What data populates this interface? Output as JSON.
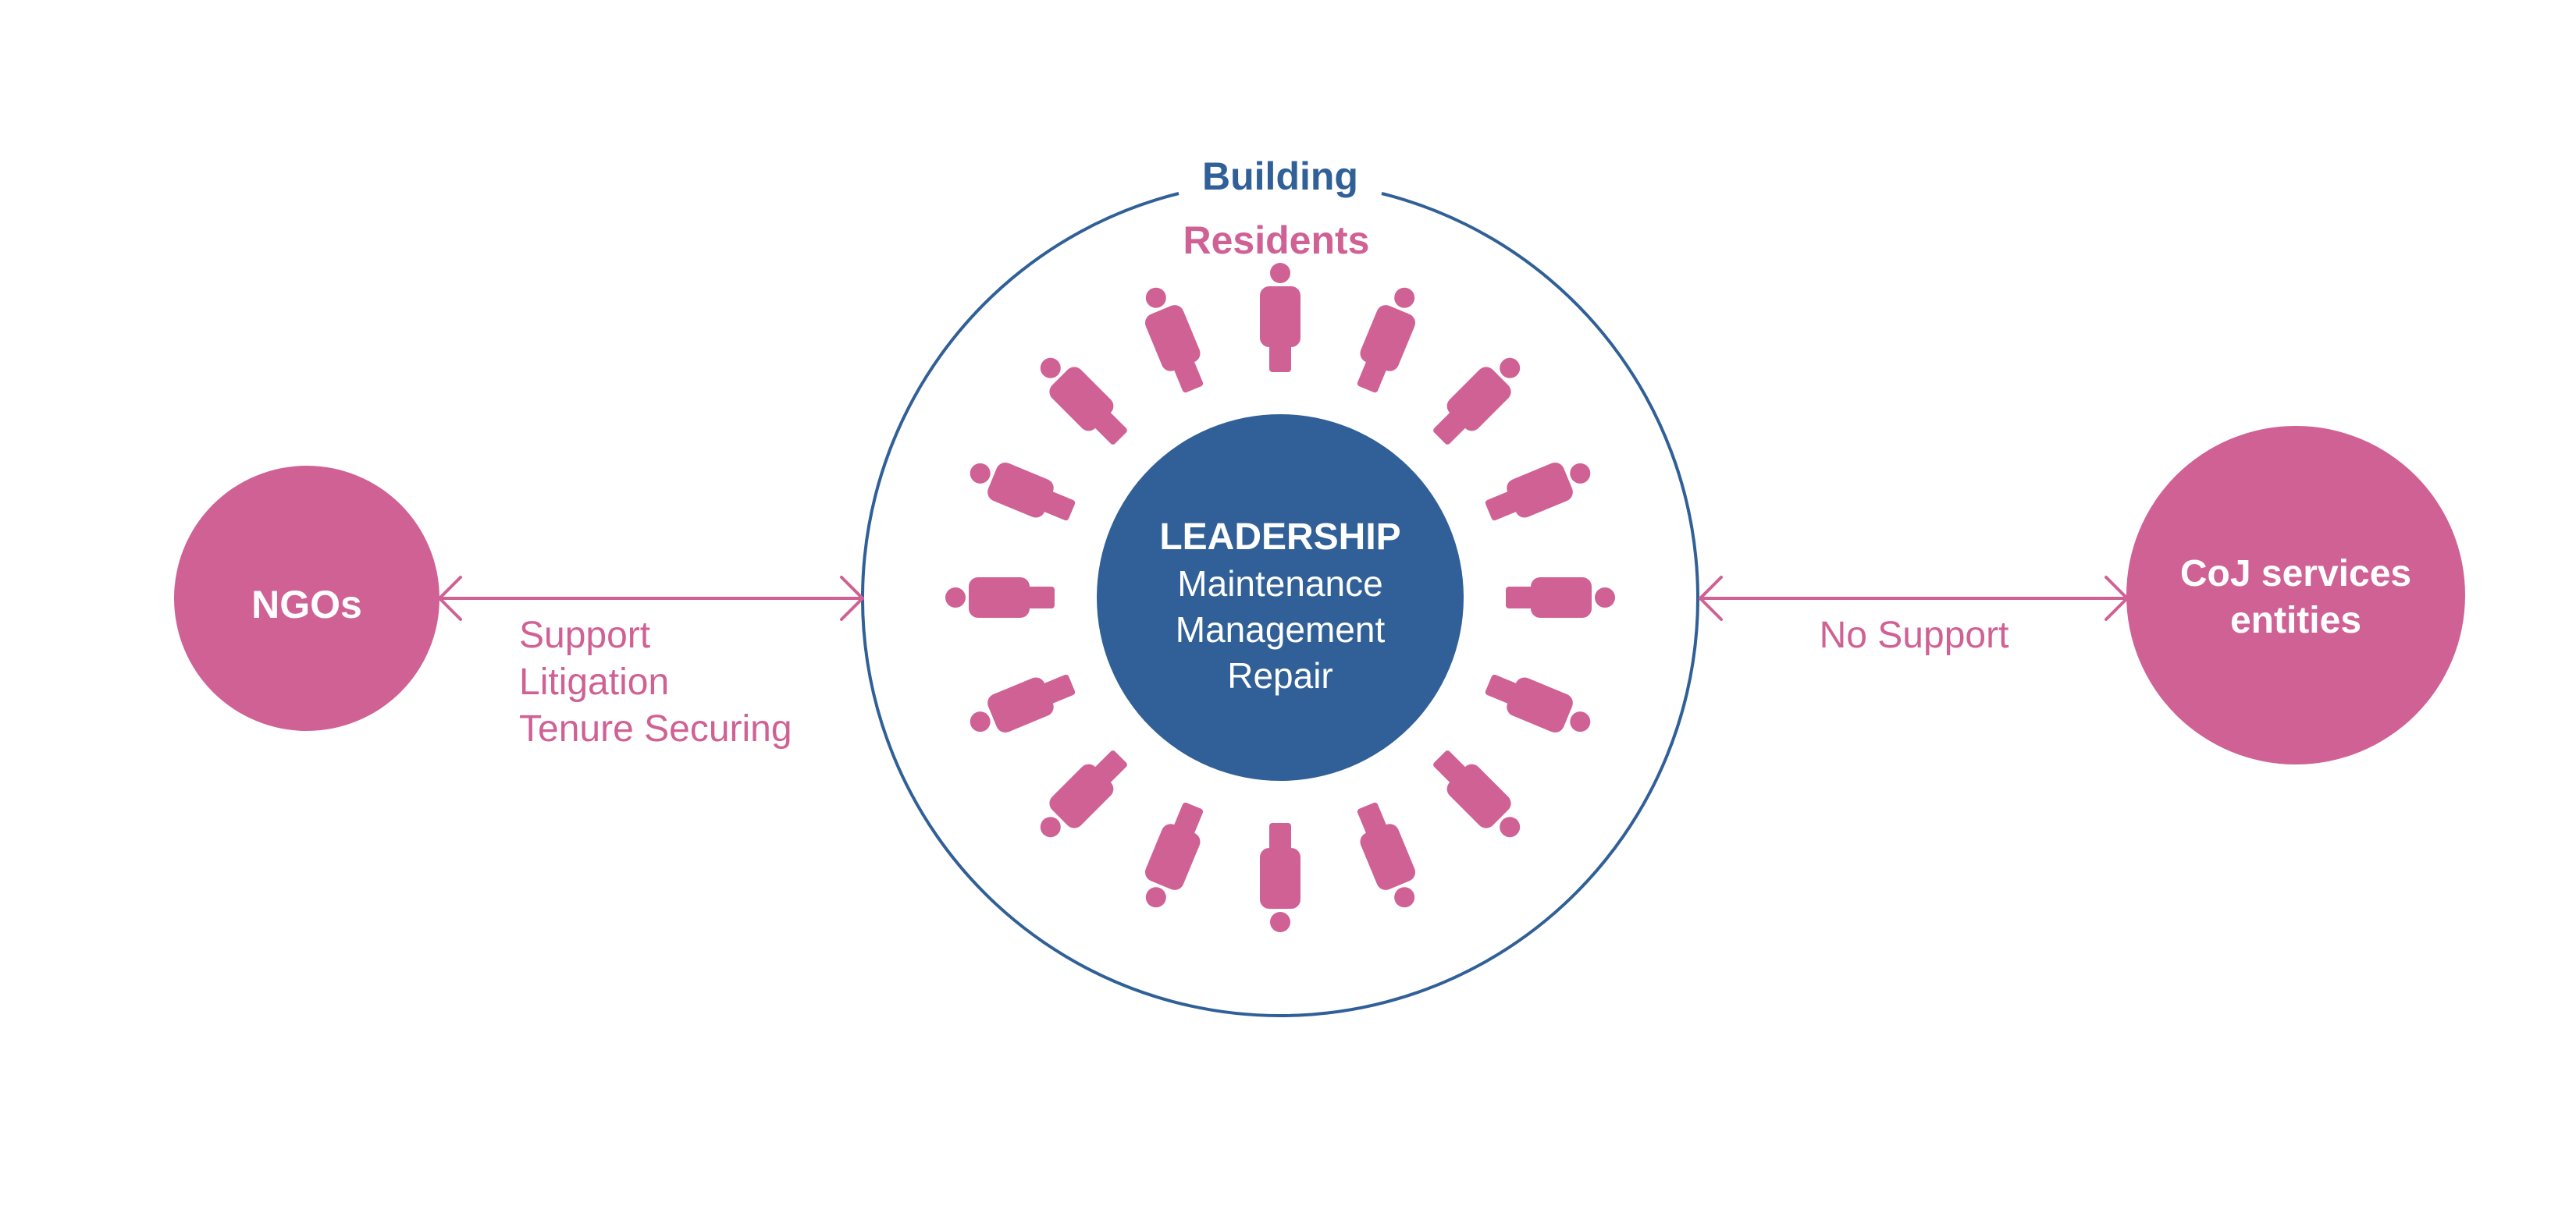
{
  "colors": {
    "pink": "#D06195",
    "blue": "#306097",
    "white": "#FFFFFF"
  },
  "building": {
    "title": "Building",
    "residents_label": "Residents",
    "resident_count": 16,
    "resident_icon": "person-icon"
  },
  "leadership": {
    "title": "LEADERSHIP",
    "lines": [
      "Maintenance",
      "Management",
      "Repair"
    ]
  },
  "ngos": {
    "label": "NGOs",
    "relation_lines": [
      "Support",
      "Litigation",
      "Tenure Securing"
    ]
  },
  "coj": {
    "label_lines": [
      "CoJ services",
      "entities"
    ],
    "relation_label": "No Support"
  }
}
